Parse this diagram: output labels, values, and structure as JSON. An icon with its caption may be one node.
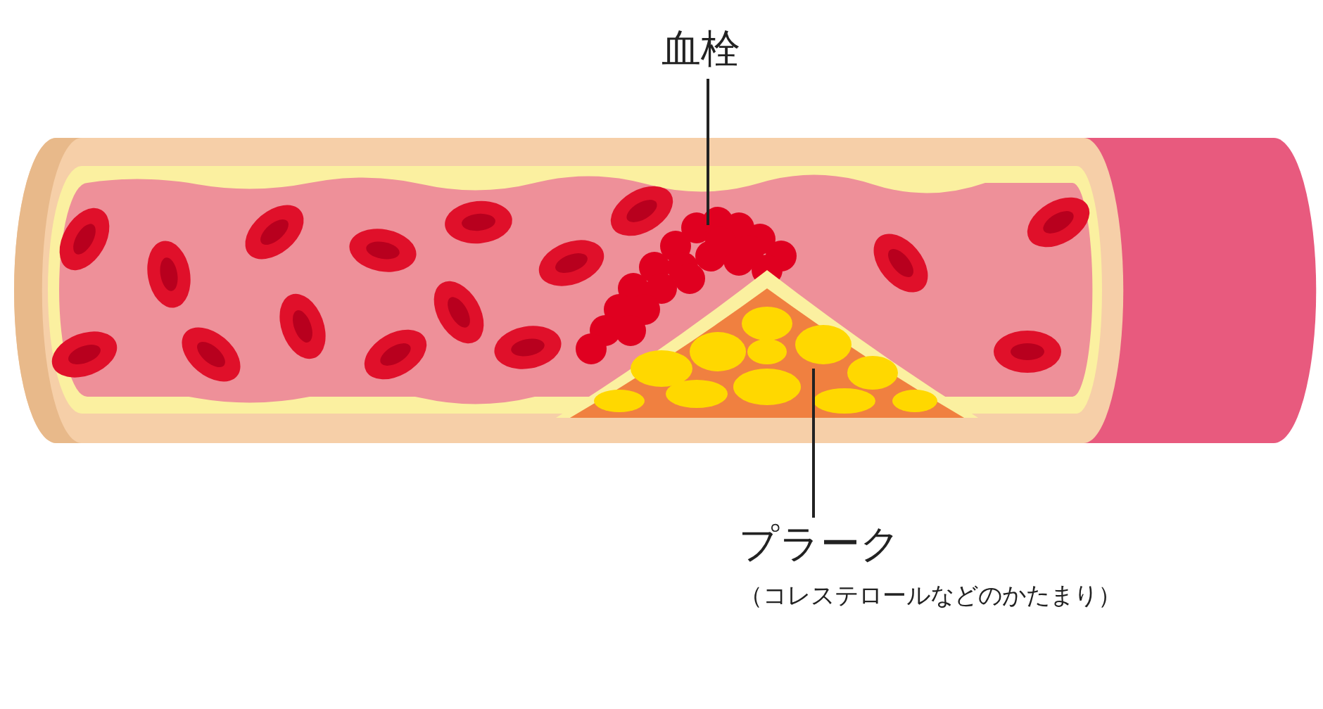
{
  "diagram": {
    "nodes": [
      {
        "text": [
          "血栓"
        ]
      },
      {
        "text": [],
        "shape": "picture"
      },
      {
        "text": [
          "プラーク",
          "（コレステロールなどのかたまり）"
        ]
      },
      {
        "text": [],
        "shape": "picture"
      }
    ],
    "edges": [
      {
        "from": 0,
        "to": 1,
        "arrow": "none"
      },
      {
        "from": 2,
        "to": 3,
        "arrow": "none"
      }
    ]
  }
}
